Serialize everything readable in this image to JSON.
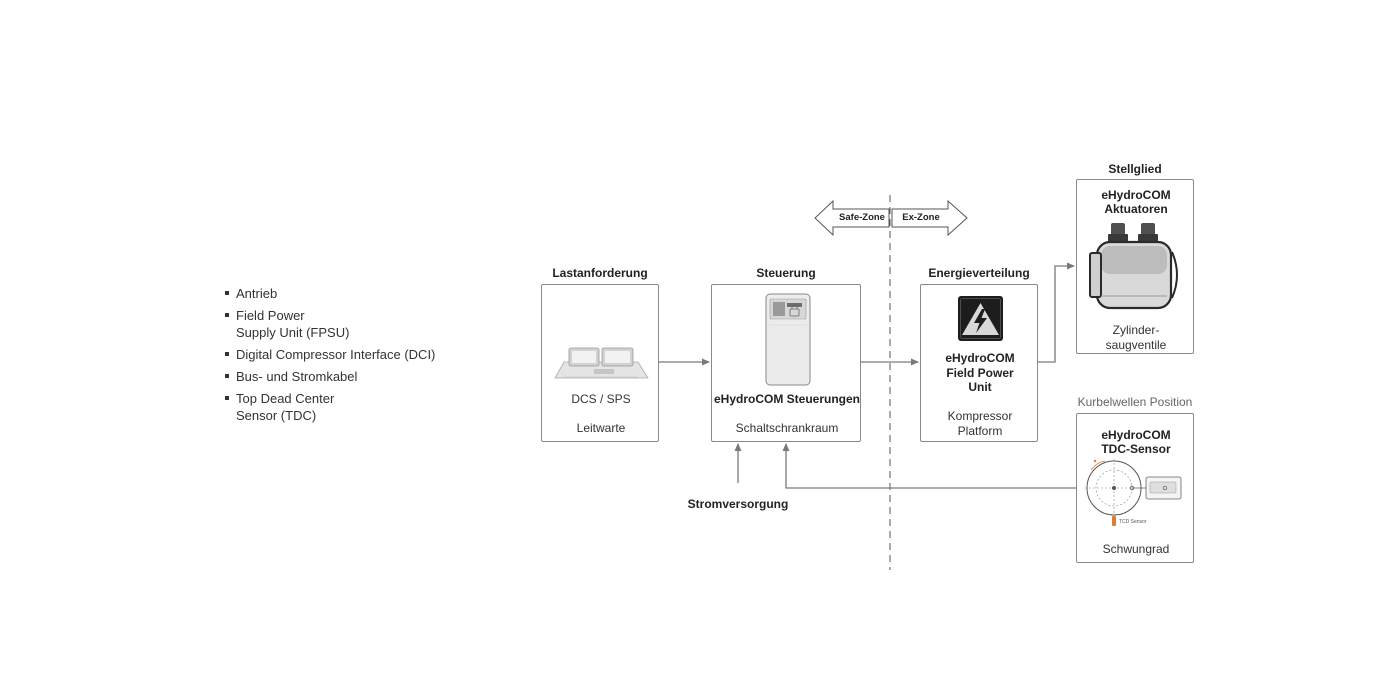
{
  "legend": [
    {
      "lines": [
        "Antrieb"
      ]
    },
    {
      "lines": [
        "Field Power",
        "Supply Unit (FPSU)"
      ]
    },
    {
      "lines": [
        "Digital Compressor Interface (DCI)"
      ]
    },
    {
      "lines": [
        "Bus- und Stromkabel"
      ]
    },
    {
      "lines": [
        "Top Dead Center",
        "Sensor (TDC)"
      ]
    }
  ],
  "zones": {
    "safe": "Safe-Zone",
    "ex": "Ex-Zone"
  },
  "lastanforderung": {
    "title": "Lastanforderung",
    "device": "DCS / SPS",
    "location": "Leitwarte"
  },
  "steuerung": {
    "title": "Steuerung",
    "device": "eHydroCOM Steuerungen",
    "location": "Schaltschrankraum"
  },
  "stromversorgung": {
    "label": "Stromversorgung"
  },
  "energie": {
    "title": "Energieverteilung",
    "line1": "eHydroCOM",
    "line2": "Field Power",
    "line3": "Unit",
    "loc1": "Kompressor",
    "loc2": "Platform"
  },
  "stellglied": {
    "title": "Stellglied",
    "line1": "eHydroCOM",
    "line2": "Aktuatoren",
    "loc1": "Zylinder-",
    "loc2": "saugventile"
  },
  "kurbel": {
    "title": "Kurbelwellen Position",
    "line1": "eHydroCOM",
    "line2": "TDC-Sensor",
    "loc": "Schwungrad",
    "sensor_tag": "TCD Sensor"
  },
  "colors": {
    "line": "#7a7a7a",
    "accent": "#e07b39",
    "box": "#8a8a8a"
  }
}
